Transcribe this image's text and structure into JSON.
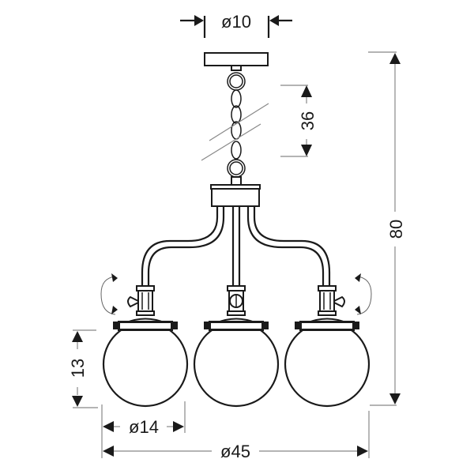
{
  "diagram": {
    "title": "Three-light globe chandelier technical drawing",
    "colors": {
      "line": "#1a1a1a",
      "dimension_line": "#888888",
      "background": "#ffffff"
    },
    "dimensions": {
      "canopy_diameter": "ø10",
      "chain_length": "36",
      "total_height": "80",
      "globe_height": "13",
      "globe_diameter": "ø14",
      "total_diameter": "ø45"
    },
    "components": [
      "ceiling-canopy",
      "chain",
      "central-hub",
      "curved-arm-left",
      "center-rod",
      "curved-arm-right",
      "globe-left",
      "globe-center",
      "globe-right",
      "rotation-indicator-left",
      "rotation-indicator-right"
    ]
  }
}
